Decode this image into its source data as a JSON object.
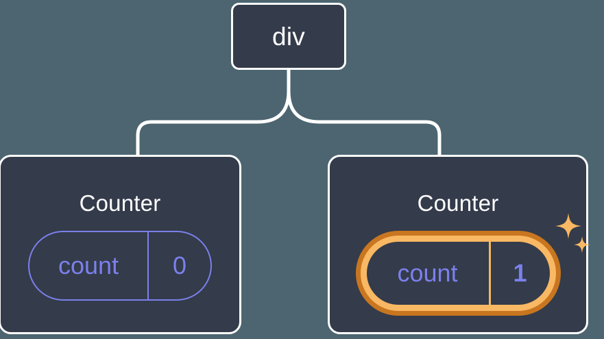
{
  "diagram": {
    "type": "component-tree",
    "background_color": "#4c6570",
    "node_fill_color": "#343b4a",
    "node_border_color": "#ffffff",
    "connector_color": "#ffffff",
    "state_accent_color": "#7b80ec",
    "highlight_outer_color": "#c8761f",
    "highlight_inner_color": "#f9b863",
    "root": {
      "label": "div"
    },
    "children": [
      {
        "label": "Counter",
        "state": {
          "key": "count",
          "value": "0"
        },
        "highlighted": false
      },
      {
        "label": "Counter",
        "state": {
          "key": "count",
          "value": "1"
        },
        "highlighted": true,
        "sparkle_icons": [
          "sparkle-large",
          "sparkle-small"
        ]
      }
    ]
  }
}
